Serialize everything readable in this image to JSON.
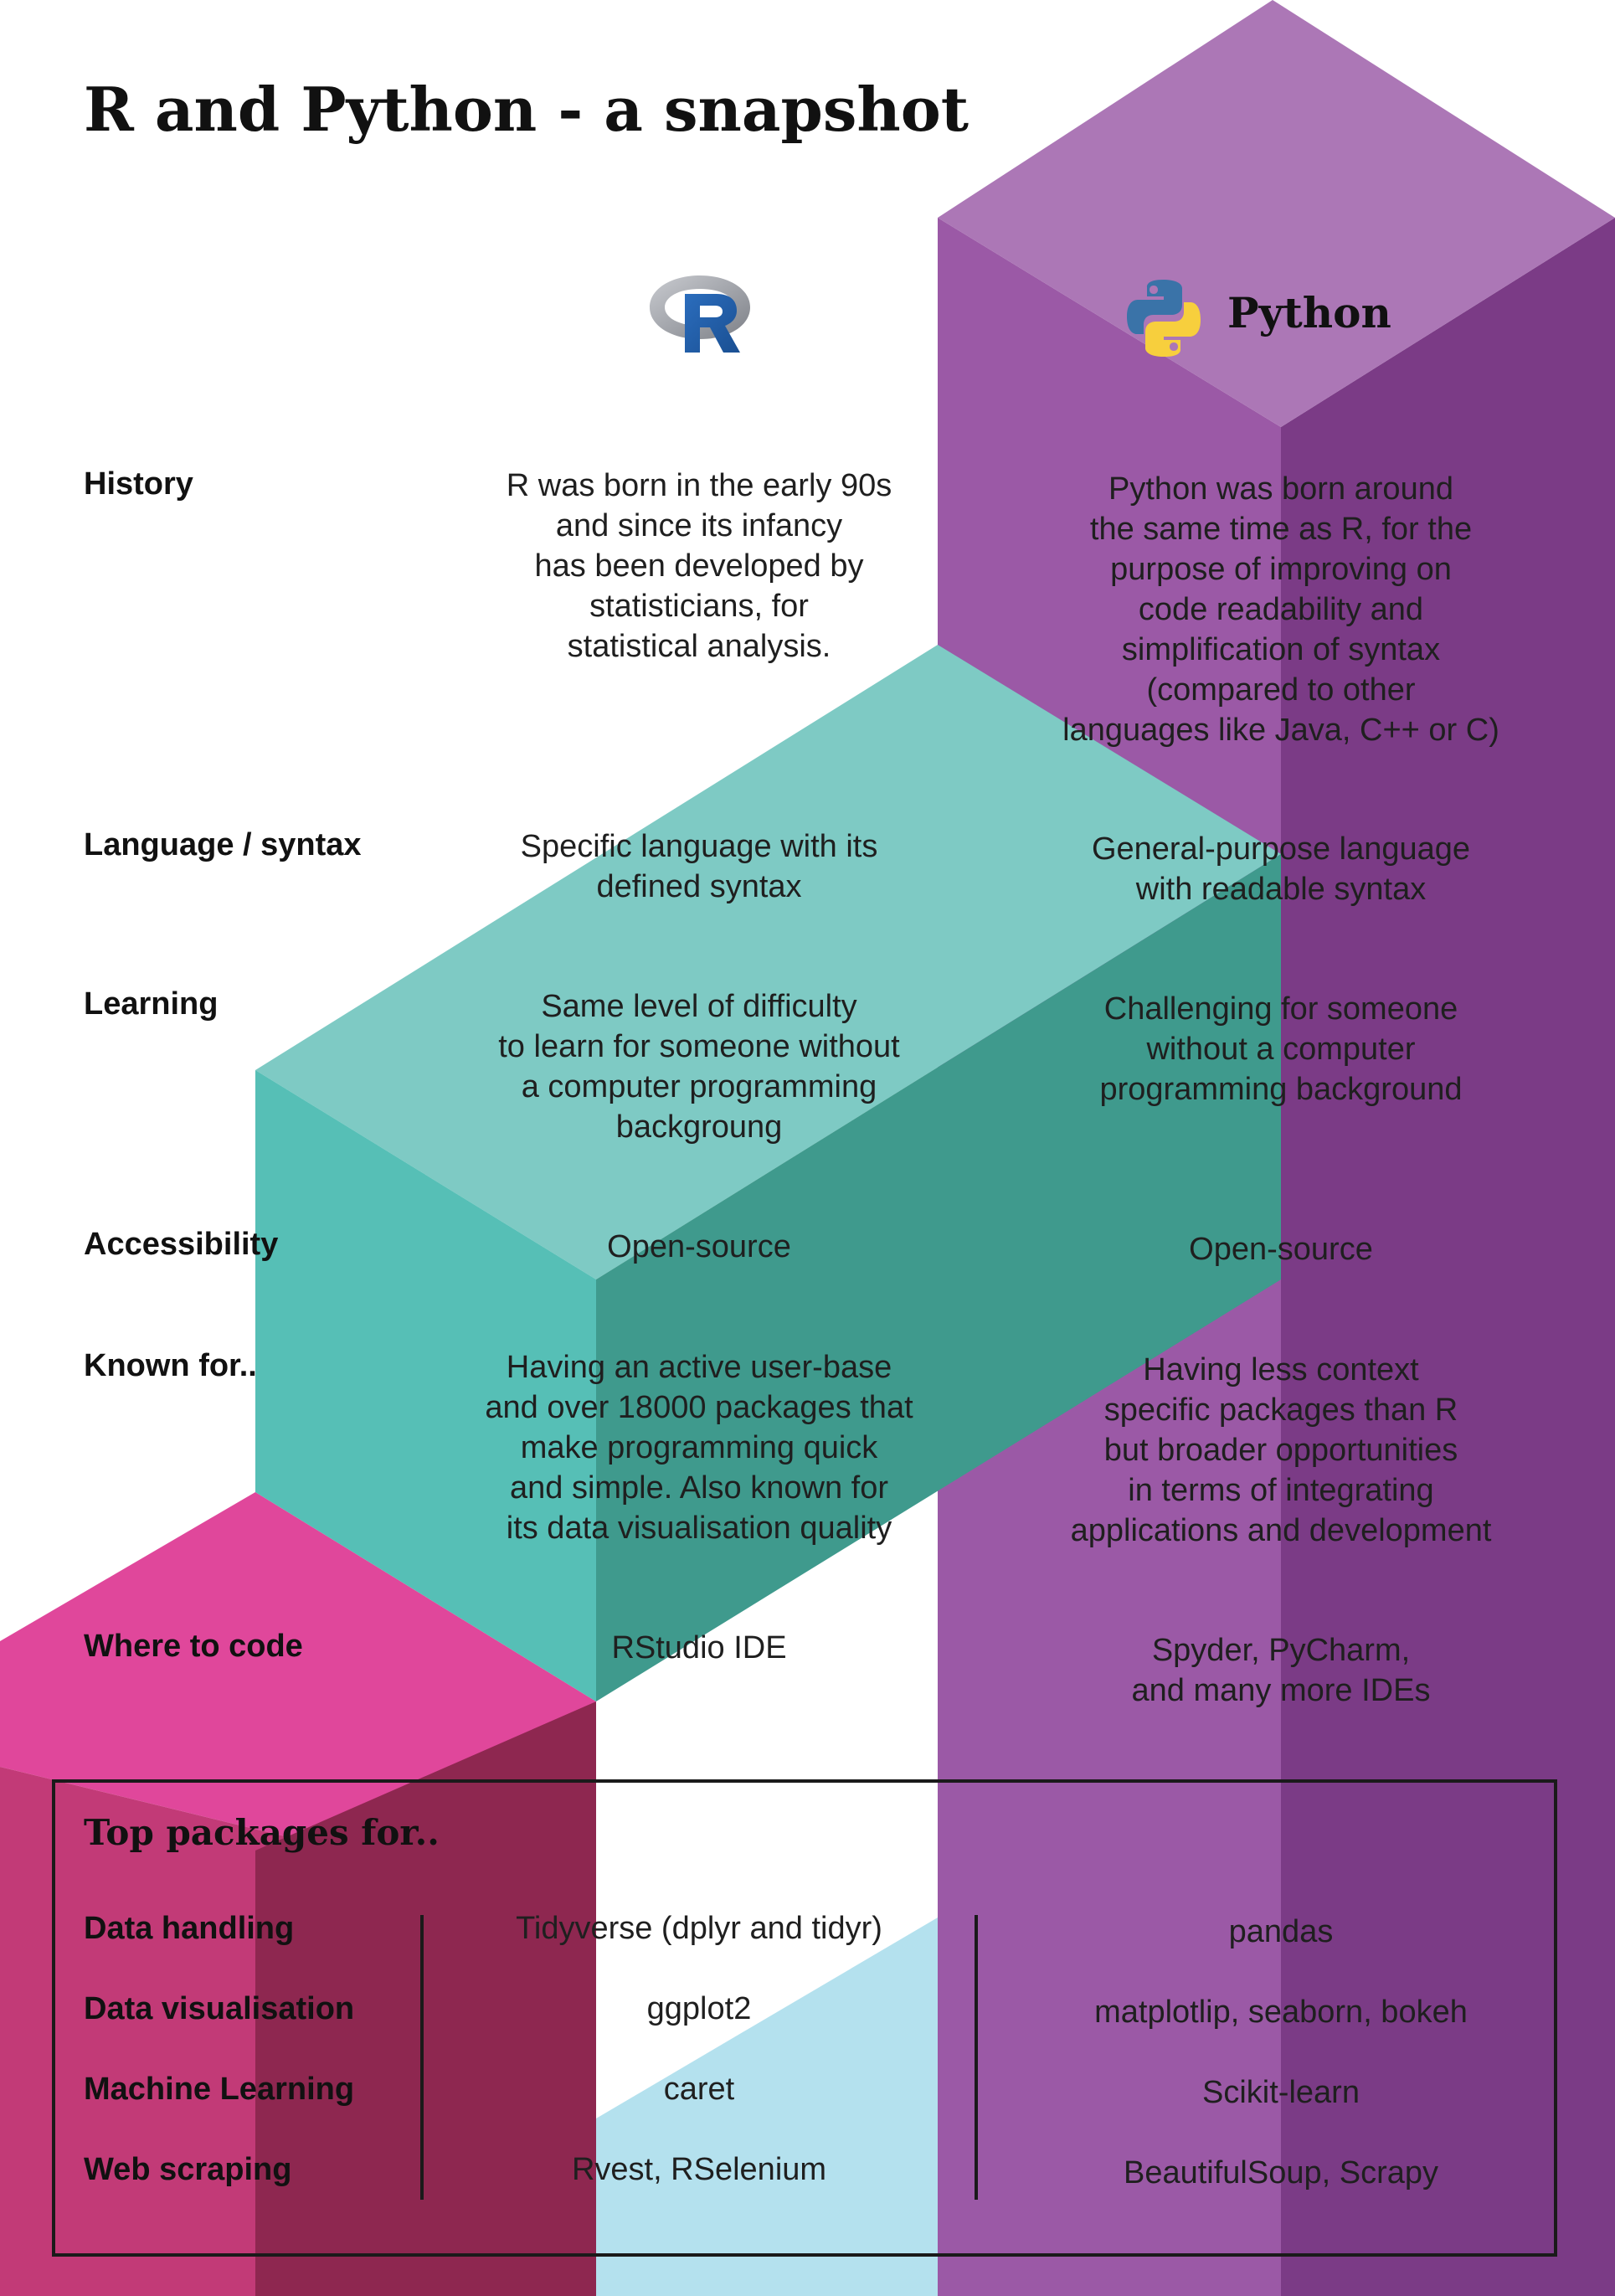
{
  "title": "R and Python - a snapshot",
  "columns": {
    "r": {
      "logo_icon": "r-logo-icon"
    },
    "python": {
      "logo_icon": "python-logo-icon",
      "name": "Python"
    }
  },
  "rows": [
    {
      "label": "History",
      "r": [
        "R was born in the early 90s",
        "and since its infancy",
        "has been developed by",
        "statisticians, for",
        "statistical analysis."
      ],
      "python": [
        "Python was born around",
        "the same time as R, for the",
        "purpose of improving on",
        "code readability and",
        "simplification of syntax",
        "(compared to other",
        "languages like Java, C++ or C)"
      ]
    },
    {
      "label": "Language / syntax",
      "r": [
        "Specific language with its",
        "defined syntax"
      ],
      "python": [
        "General-purpose language",
        "with readable syntax"
      ]
    },
    {
      "label": "Learning",
      "r": [
        "Same level of difficulty",
        "to learn for someone without",
        "a computer programming",
        "backgroung"
      ],
      "python": [
        "Challenging for someone",
        "without a computer",
        "programming background"
      ]
    },
    {
      "label": "Accessibility",
      "r": [
        "Open-source"
      ],
      "python": [
        "Open-source"
      ]
    },
    {
      "label": "Known for..",
      "r": [
        "Having an active user-base",
        "and over 18000 packages that",
        "make programming quick",
        "and simple. Also known for",
        "its data visualisation quality"
      ],
      "python": [
        "Having less context",
        "specific packages than R",
        "but broader opportunities",
        "in terms of integrating",
        "applications and development"
      ]
    },
    {
      "label": "Where to code",
      "r": [
        "RStudio IDE"
      ],
      "python": [
        "Spyder, PyCharm,",
        "and many more IDEs"
      ]
    }
  ],
  "packages": {
    "title": "Top packages for..",
    "rows": [
      {
        "label": "Data handling",
        "r": "Tidyverse (dplyr and tidyr)",
        "python": "pandas"
      },
      {
        "label": "Data visualisation",
        "r": "ggplot2",
        "python": "matplotlip, seaborn, bokeh"
      },
      {
        "label": "Machine Learning",
        "r": "caret",
        "python": "Scikit-learn"
      },
      {
        "label": "Web scraping",
        "r": "Rvest, RSelenium",
        "python": "BeautifulSoup, Scrapy"
      }
    ]
  },
  "colors": {
    "purple_top": "#AC77B6",
    "purple_left": "#9B59A6",
    "purple_right": "#7B3B86",
    "teal_top": "#7ECAC4",
    "teal_left": "#56BFB6",
    "teal_right": "#3F9A8D",
    "pink_top": "#E0479B",
    "pink_left": "#C23A77",
    "pink_right": "#8E2750",
    "lightblue_top": "#B4E1EE",
    "lightblue_right": "#86C7D0"
  }
}
